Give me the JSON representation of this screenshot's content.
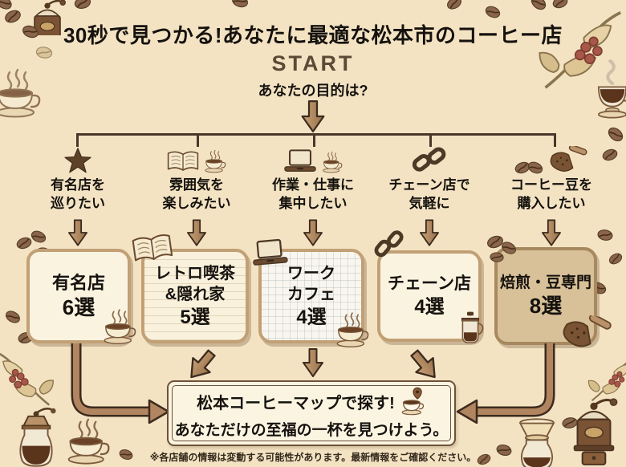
{
  "poster": {
    "title": "30秒で見つかる!あなたに最適な松本市のコーヒー店",
    "start_label": "START",
    "question": "あなたの目的は?",
    "branches": [
      {
        "icon": "star-icon",
        "label_lines": [
          "有名店を",
          "巡りたい"
        ],
        "result_lines": [
          "有名店",
          "6選"
        ]
      },
      {
        "icon": "book-and-cup-icon",
        "label_lines": [
          "雰囲気を",
          "楽しみたい"
        ],
        "result_lines": [
          "レトロ喫茶",
          "&隠れ家",
          "5選"
        ]
      },
      {
        "icon": "laptop-and-cup-icon",
        "label_lines": [
          "作業・仕事に",
          "集中したい"
        ],
        "result_lines": [
          "ワーク",
          "カフェ",
          "4選"
        ]
      },
      {
        "icon": "chain-link-icon",
        "label_lines": [
          "チェーン店で",
          "気軽に"
        ],
        "result_lines": [
          "チェーン店",
          "4選"
        ]
      },
      {
        "icon": "coffee-beans-scoop-icon",
        "label_lines": [
          "コーヒー豆を",
          "購入したい"
        ],
        "result_lines": [
          "焙煎・豆専門",
          "8選"
        ]
      }
    ],
    "cta": {
      "line1": "松本コーヒーマップで探す!",
      "line2": "あなただけの至福の一杯を見つけよう。",
      "icon": "map-pin-cup-icon"
    },
    "footnote": "※各店舗の情報は変動する可能性があります。最新情報をご確認ください。",
    "colors": {
      "background": "#f3e3c3",
      "title_text": "#15120e",
      "start_text": "#5d4936",
      "arrow_fill": "#b1855f",
      "arrow_outline": "#3c2b1e",
      "tree_line": "#4a372a",
      "box_fill": "#faf3e0",
      "box_border": "#c2a075",
      "kraft_box_fill": "#d8c098",
      "cta_border": "#6d5139"
    },
    "decorative_icons": [
      "coffee-grinder-icon",
      "coffee-bean-icon",
      "steaming-cup-icon",
      "coffee-branch-icon",
      "glass-coffee-cup-icon",
      "pour-over-icon",
      "coffee-pot-icon",
      "mill-carafe-icon",
      "book-icon",
      "laptop-icon",
      "chain-link-icon",
      "scoop-icon"
    ]
  }
}
